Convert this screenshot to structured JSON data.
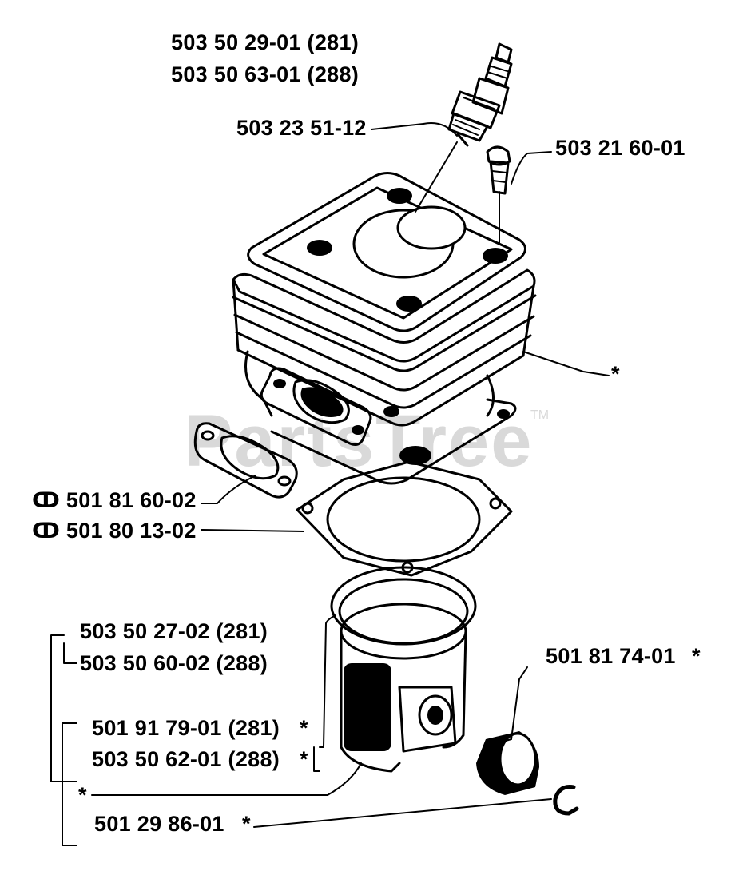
{
  "watermark": {
    "text": "PartsTree",
    "trademark": "TM"
  },
  "labels": {
    "spark_plug_281": "503 50 29-01 (281)",
    "spark_plug_288": "503 50 63-01 (288)",
    "plug_part": "503 23 51-12",
    "screw": "503 21 60-01",
    "cylinder_star": "*",
    "gasket_exhaust": "ↀ 501 81 60-02",
    "gasket_base": "ↀ 501 80 13-02",
    "cyl_kit_281": "503 50 27-02 (281)",
    "cyl_kit_288": "503 50 60-02 (288)",
    "bearing": "501 81 74-01",
    "bearing_star": "*",
    "piston_281": "501 91 79-01 (281)",
    "piston_281_star": "*",
    "piston_288": "503 50 62-01 (288)",
    "piston_288_star": "*",
    "piston_star": "*",
    "circlip": "501 29 86-01",
    "circlip_star": "*"
  }
}
